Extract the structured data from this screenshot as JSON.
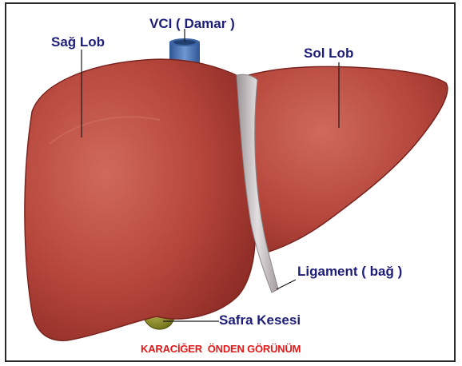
{
  "labels": {
    "right_lobe": "Sağ Lob",
    "vena_cava": "VCI ( Damar )",
    "left_lobe": "Sol Lob",
    "ligament": "Ligament ( bağ )",
    "gallbladder": "Safra Kesesi"
  },
  "caption": "KARACİĞER  ÖNDEN GÖRÜNÜM",
  "colors": {
    "label_text": "#1d1d7a",
    "caption_text": "#e01818",
    "liver": "#b8443b",
    "liver_dark": "#8e2a24",
    "ligament": "#c9c4c6",
    "vena_cava": "#4d78b8",
    "gallbladder": "#9a9a2a"
  }
}
